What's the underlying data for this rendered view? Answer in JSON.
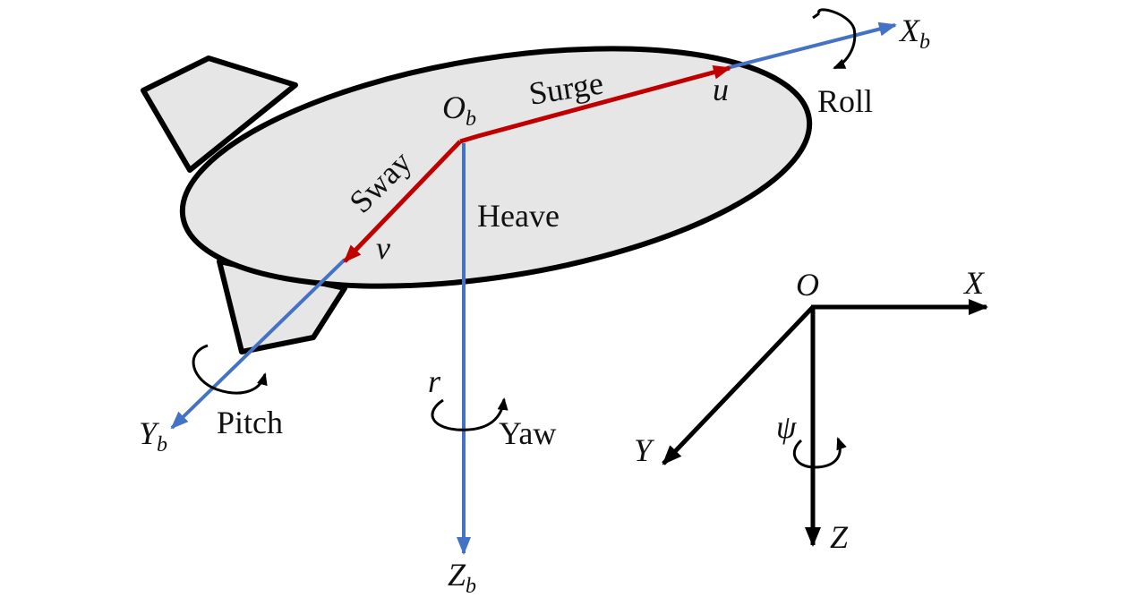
{
  "labels": {
    "ob": "O",
    "ob_sub": "b",
    "xb": "X",
    "xb_sub": "b",
    "yb": "Y",
    "yb_sub": "b",
    "zb": "Z",
    "zb_sub": "b",
    "surge": "Surge",
    "sway": "Sway",
    "heave": "Heave",
    "roll": "Roll",
    "pitch": "Pitch",
    "yaw": "Yaw",
    "u": "u",
    "v": "v",
    "r": "r",
    "o": "O",
    "x": "X",
    "y": "Y",
    "z": "Z",
    "psi": "ψ"
  },
  "colors": {
    "hull_fill": "#e6e6e6",
    "outline": "#000000",
    "body_axis": "#4472c4",
    "velocity": "#c00000",
    "earth_axis": "#000000"
  }
}
